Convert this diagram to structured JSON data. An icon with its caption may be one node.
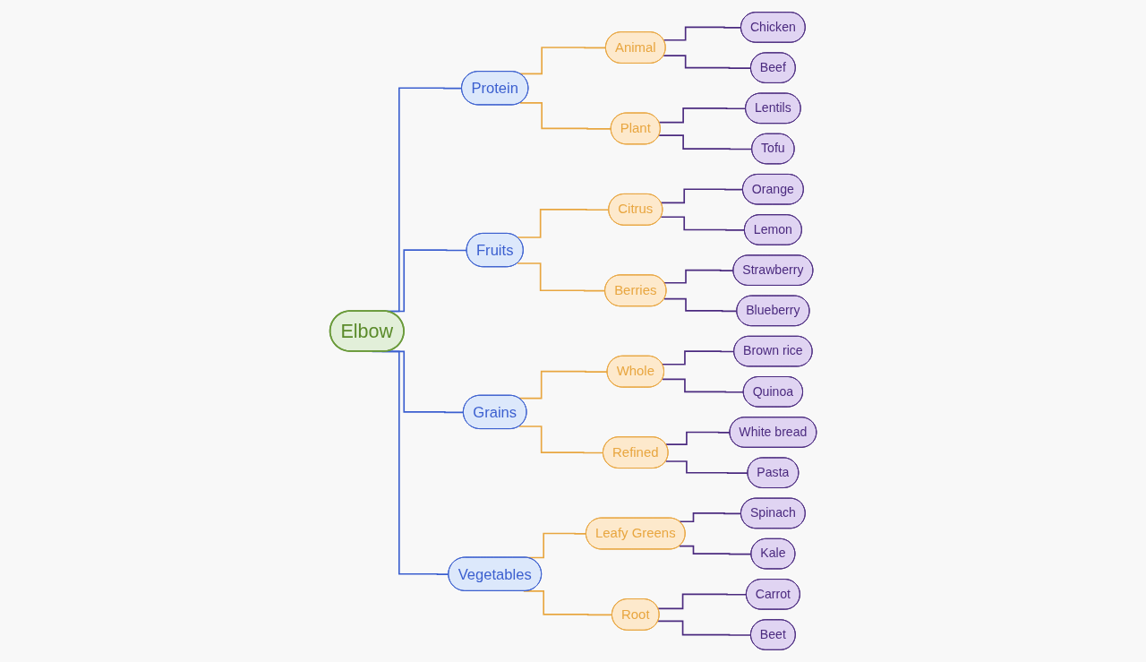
{
  "diagram": {
    "nodes": [
      {
        "text": [
          "Elbow"
        ]
      },
      {
        "text": [
          "Protein"
        ]
      },
      {
        "text": [
          "Animal"
        ]
      },
      {
        "text": [
          "Chicken"
        ]
      },
      {
        "text": [
          "Beef"
        ]
      },
      {
        "text": [
          "Plant"
        ]
      },
      {
        "text": [
          "Lentils"
        ]
      },
      {
        "text": [
          "Tofu"
        ]
      },
      {
        "text": [
          "Fruits"
        ]
      },
      {
        "text": [
          "Citrus"
        ]
      },
      {
        "text": [
          "Orange"
        ]
      },
      {
        "text": [
          "Lemon"
        ]
      },
      {
        "text": [
          "Berries"
        ]
      },
      {
        "text": [
          "Strawberry"
        ]
      },
      {
        "text": [
          "Blueberry"
        ]
      },
      {
        "text": [
          "Grains"
        ]
      },
      {
        "text": [
          "Whole"
        ]
      },
      {
        "text": [
          "Brown rice"
        ]
      },
      {
        "text": [
          "Quinoa"
        ]
      },
      {
        "text": [
          "Refined"
        ]
      },
      {
        "text": [
          "White bread"
        ]
      },
      {
        "text": [
          "Pasta"
        ]
      },
      {
        "text": [
          "Vegetables"
        ]
      },
      {
        "text": [
          "Leafy Greens"
        ]
      },
      {
        "text": [
          "Spinach"
        ]
      },
      {
        "text": [
          "Kale"
        ]
      },
      {
        "text": [
          "Root"
        ]
      },
      {
        "text": [
          "Carrot"
        ]
      },
      {
        "text": [
          "Beet"
        ]
      }
    ],
    "edges": [
      {
        "from": 0,
        "to": 1,
        "arrow": "none",
        "color": "#3b5fcf"
      },
      {
        "from": 1,
        "to": 2,
        "arrow": "none",
        "color": "#e8a640"
      },
      {
        "from": 2,
        "to": 3,
        "arrow": "none"
      },
      {
        "from": 2,
        "to": 4,
        "arrow": "none"
      },
      {
        "from": 1,
        "to": 5,
        "arrow": "none",
        "color": "#e8a640"
      },
      {
        "from": 5,
        "to": 6,
        "arrow": "none"
      },
      {
        "from": 5,
        "to": 7,
        "arrow": "none"
      },
      {
        "from": 0,
        "to": 8,
        "arrow": "none",
        "color": "#3b5fcf"
      },
      {
        "from": 8,
        "to": 9,
        "arrow": "none",
        "color": "#e8a640"
      },
      {
        "from": 9,
        "to": 10,
        "arrow": "none"
      },
      {
        "from": 9,
        "to": 11,
        "arrow": "none"
      },
      {
        "from": 8,
        "to": 12,
        "arrow": "none",
        "color": "#e8a640"
      },
      {
        "from": 12,
        "to": 13,
        "arrow": "none"
      },
      {
        "from": 12,
        "to": 14,
        "arrow": "none"
      },
      {
        "from": 0,
        "to": 15,
        "arrow": "none",
        "color": "#3b5fcf"
      },
      {
        "from": 15,
        "to": 16,
        "arrow": "none",
        "color": "#e8a640"
      },
      {
        "from": 16,
        "to": 17,
        "arrow": "none"
      },
      {
        "from": 16,
        "to": 18,
        "arrow": "none"
      },
      {
        "from": 15,
        "to": 19,
        "arrow": "none",
        "color": "#e8a640"
      },
      {
        "from": 19,
        "to": 20,
        "arrow": "none"
      },
      {
        "from": 19,
        "to": 21,
        "arrow": "none"
      },
      {
        "from": 0,
        "to": 22,
        "arrow": "none",
        "color": "#3b5fcf"
      },
      {
        "from": 22,
        "to": 23,
        "arrow": "none",
        "color": "#e8a640"
      },
      {
        "from": 23,
        "to": 24,
        "arrow": "none"
      },
      {
        "from": 23,
        "to": 25,
        "arrow": "none"
      },
      {
        "from": 22,
        "to": 26,
        "arrow": "none",
        "color": "#e8a640"
      },
      {
        "from": 26,
        "to": 27,
        "arrow": "none"
      },
      {
        "from": 26,
        "to": 28,
        "arrow": "none"
      }
    ]
  }
}
